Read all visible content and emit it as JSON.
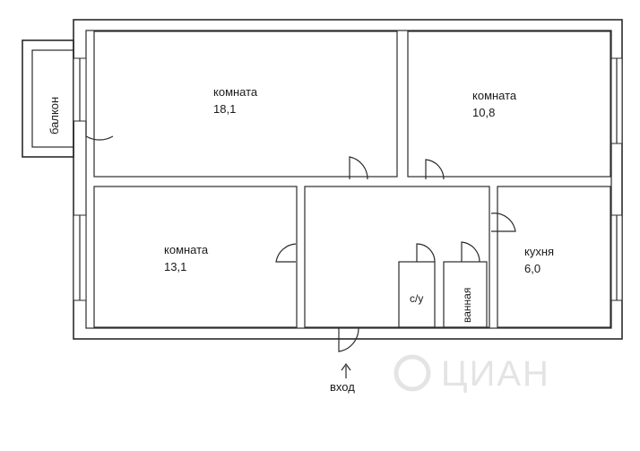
{
  "rooms": [
    {
      "label": "комната",
      "area": "18,1"
    },
    {
      "label": "комната",
      "area": "10,8"
    },
    {
      "label": "комната",
      "area": "13,1"
    },
    {
      "label": "кухня",
      "area": "6,0"
    }
  ],
  "wc": {
    "label": "с/у"
  },
  "bathroom": {
    "label": "ванная"
  },
  "balcony": {
    "label": "балкон"
  },
  "entrance": {
    "label": "вход"
  },
  "watermark": {
    "text": "ЦИАН"
  },
  "colors": {
    "walls": "#2b2b2b",
    "background": "#ffffff"
  }
}
